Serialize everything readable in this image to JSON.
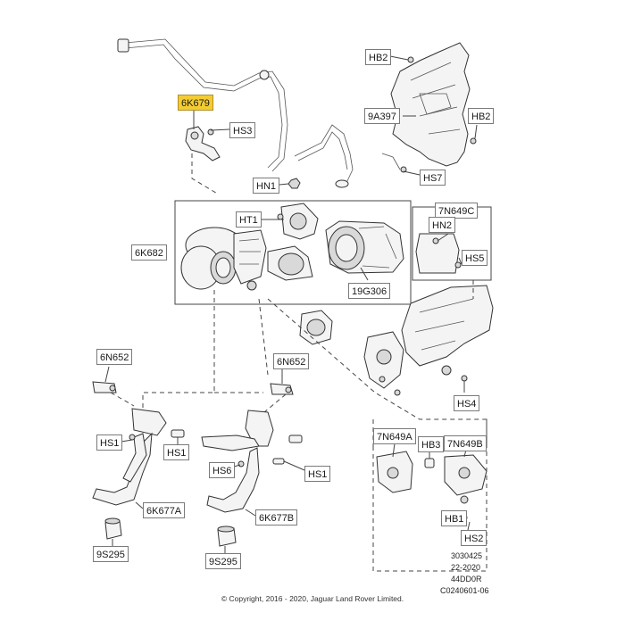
{
  "diagram": {
    "callouts": {
      "c_6k679": "6K679",
      "c_hs3": "HS3",
      "c_hb2_top": "HB2",
      "c_9a397": "9A397",
      "c_hb2_right": "HB2",
      "c_hs7": "HS7",
      "c_hn1": "HN1",
      "c_ht1": "HT1",
      "c_6k682": "6K682",
      "c_19g306": "19G306",
      "c_7n649c": "7N649C",
      "c_hn2": "HN2",
      "c_hs5": "HS5",
      "c_hs4": "HS4",
      "c_6n652_left": "6N652",
      "c_6n652_right": "6N652",
      "c_hs1_a": "HS1",
      "c_hs1_b": "HS1",
      "c_hs6": "HS6",
      "c_hs1_c": "HS1",
      "c_7n649a": "7N649A",
      "c_hb3": "HB3",
      "c_7n649b": "7N649B",
      "c_hb1": "HB1",
      "c_hs2": "HS2",
      "c_6k677a": "6K677A",
      "c_6k677b": "6K677B",
      "c_9s295_left": "9S295",
      "c_9s295_right": "9S295"
    },
    "highlight_color": "#f3cc33",
    "reference": {
      "line1": "3030425",
      "line2": "22-2020",
      "line3": "44DD0R",
      "line4": "C0240601-06"
    },
    "copyright": "© Copyright, 2016 - 2020, Jaguar Land Rover Limited."
  }
}
